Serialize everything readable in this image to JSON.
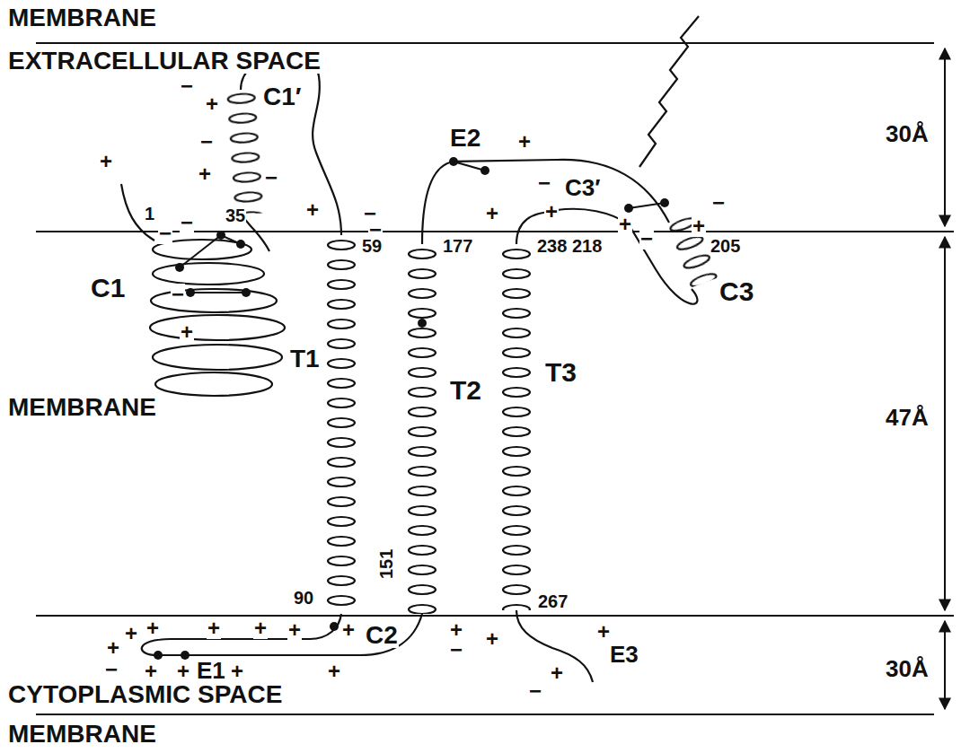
{
  "diagram": {
    "labels": [
      "MEMBRANE",
      "EXTRACELLULAR SPACE",
      "30Å",
      "+",
      "1",
      "−",
      "+",
      "C1′",
      "−",
      "+",
      "−",
      "−",
      "−",
      "35",
      "+",
      "−",
      "−",
      "59",
      "C1",
      "−",
      "+",
      "T1",
      "E2",
      "+",
      "−",
      "+",
      "+",
      "C3′",
      "+",
      "177",
      "238",
      "218",
      "205",
      "−",
      "+",
      "−",
      "C3",
      "MEMBRANE",
      "T2",
      "T3",
      "47Å",
      "90",
      "151",
      "267",
      "C2",
      "+",
      "−",
      "+",
      "+",
      "E3",
      "+",
      "−",
      "+",
      "+",
      "+",
      "+",
      "−",
      "+",
      "+",
      "E1",
      "+",
      "+",
      "+",
      "+",
      "+",
      "CYTOPLASMIC SPACE",
      "30Å",
      "MEMBRANE"
    ]
  }
}
